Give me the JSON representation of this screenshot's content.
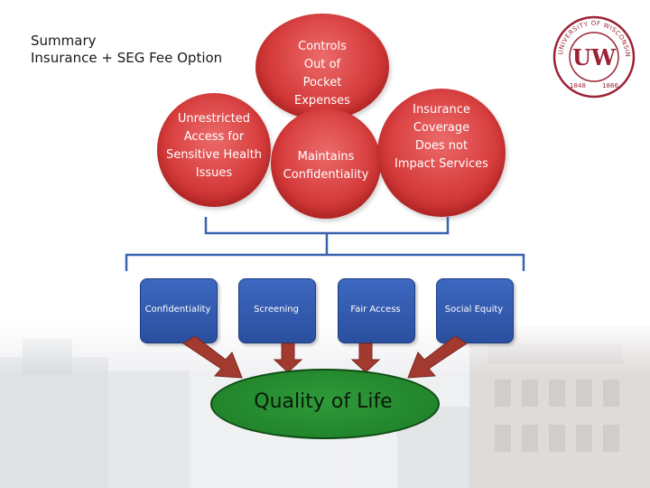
{
  "title": {
    "line1": "Summary",
    "line2": "Insurance + SEG Fee Option"
  },
  "benefits": [
    {
      "label": "Unrestricted\nAccess for\nSensitive Health\nIssues"
    },
    {
      "label": "Controls\nOut of\nPocket\nExpenses"
    },
    {
      "label": "Maintains\nConfidentiality"
    },
    {
      "label": "Insurance\nCoverage\nDoes not\nImpact Services"
    }
  ],
  "factors": [
    {
      "label": "Confidentiality"
    },
    {
      "label": "Screening"
    },
    {
      "label": "Fair Access"
    },
    {
      "label": "Social Equity"
    }
  ],
  "outcome": {
    "label": "Quality of Life"
  },
  "logo": {
    "initials": "UW",
    "ring_text": "UNIVERSITY OF WISCONSIN SYSTEM",
    "year_left": "1848",
    "year_right": "1866"
  },
  "colors": {
    "circle": "#d63c3c",
    "box": "#2f5aac",
    "connector": "#3a63b0",
    "arrow": "#a33a30",
    "oval": "#22852c",
    "logo": "#9b2335"
  }
}
